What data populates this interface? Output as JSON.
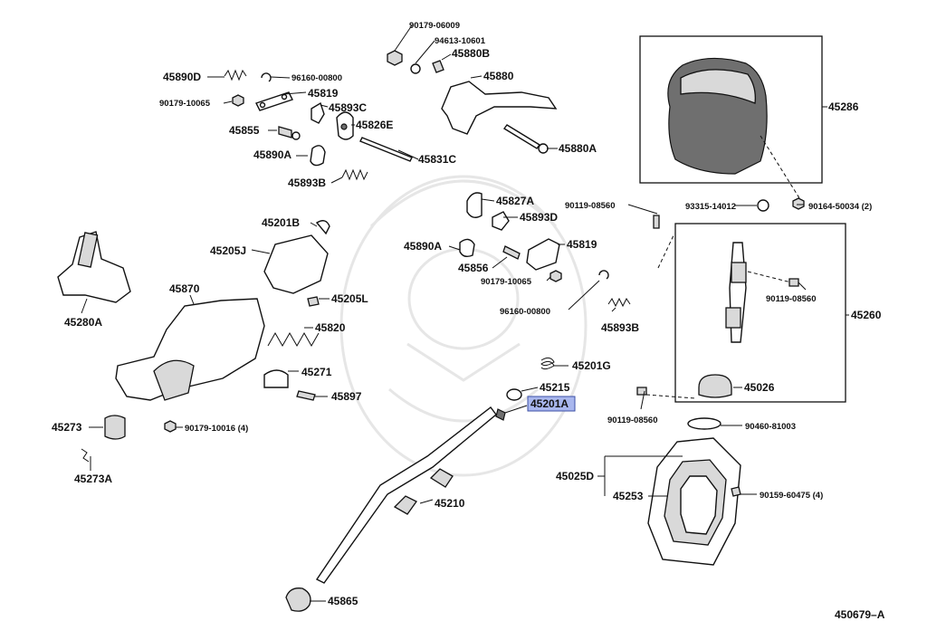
{
  "diagram_code": "450679–A",
  "highlighted_part": "45201A",
  "parts": {
    "p90179_06009": "90179-06009",
    "p94613_10601": "94613-10601",
    "p45880B": "45880B",
    "p45880": "45880",
    "p45890D": "45890D",
    "p96160_00800_top": "96160-00800",
    "p45819_top": "45819",
    "p90179_10065_top": "90179-10065",
    "p45893C": "45893C",
    "p45826E": "45826E",
    "p45855": "45855",
    "p45890A_top": "45890A",
    "p45831C": "45831C",
    "p45893B_top": "45893B",
    "p45880A": "45880A",
    "p45286": "45286",
    "p93315_14012": "93315-14012",
    "p90164_50034": "90164-50034 (2)",
    "p90119_08560_top": "90119-08560",
    "p45827A": "45827A",
    "p45893D": "45893D",
    "p45890A_mid": "45890A",
    "p45819_mid": "45819",
    "p45856": "45856",
    "p90179_10065_mid": "90179-10065",
    "p45201B": "45201B",
    "p45205J": "45205J",
    "p45280A": "45280A",
    "p45870": "45870",
    "p45205L": "45205L",
    "p45820": "45820",
    "p96160_00800_mid": "96160-00800",
    "p45893B_mid": "45893B",
    "p45260": "45260",
    "p90119_08560_mid": "90119-08560",
    "p45201G": "45201G",
    "p45271": "45271",
    "p45215": "45215",
    "p45201A": "45201A",
    "p45026": "45026",
    "p45897": "45897",
    "p90119_08560_low": "90119-08560",
    "p90460_81003": "90460-81003",
    "p45273": "45273",
    "p90179_10016": "90179-10016 (4)",
    "p45273A": "45273A",
    "p45025D": "45025D",
    "p45253": "45253",
    "p90159_60475": "90159-60475 (4)",
    "p45210": "45210",
    "p45865": "45865"
  }
}
